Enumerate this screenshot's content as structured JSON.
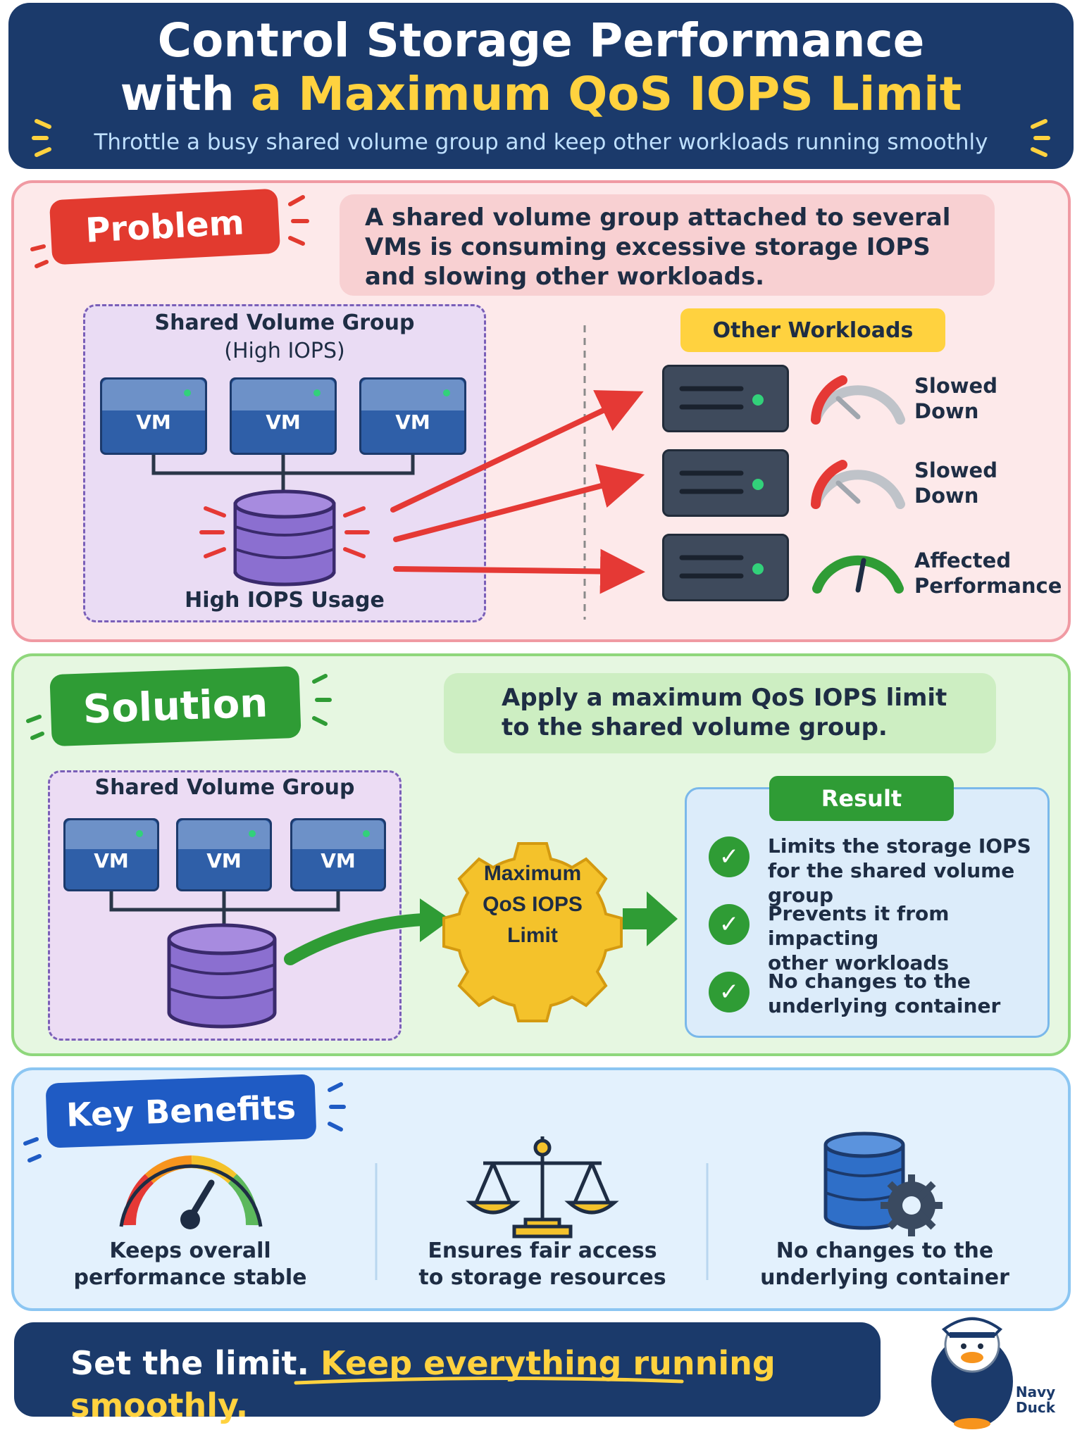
{
  "header": {
    "title_line1": "Control Storage Performance",
    "title_line2_prefix": "with ",
    "title_line2_highlight": "a Maximum QoS IOPS Limit",
    "subtitle": "Throttle a busy shared volume group and keep other workloads running smoothly"
  },
  "problem": {
    "label": "Problem",
    "description": "A shared volume group attached to several VMs is consuming excessive storage IOPS and slowing other workloads.",
    "group_title_line1": "Shared Volume Group",
    "group_title_line2": "(High IOPS)",
    "vm_labels": [
      "VM",
      "VM",
      "VM"
    ],
    "usage_label": "High IOPS Usage",
    "workloads_title": "Other Workloads",
    "workloads": [
      {
        "line1": "Slowed",
        "line2": "Down"
      },
      {
        "line1": "Slowed",
        "line2": "Down"
      },
      {
        "line1": "Affected",
        "line2": "Performance"
      }
    ]
  },
  "solution": {
    "label": "Solution",
    "description": "Apply a maximum QoS IOPS limit to the shared volume group.",
    "group_title": "Shared Volume Group",
    "vm_labels": [
      "VM",
      "VM",
      "VM"
    ],
    "gear_label_line1": "Maximum",
    "gear_label_line2": "QoS IOPS",
    "gear_label_line3": "Limit",
    "result_title": "Result",
    "results": [
      {
        "line1": "Limits the storage IOPS",
        "line2": "for the shared volume group"
      },
      {
        "line1": "Prevents it from impacting",
        "line2": "other workloads"
      },
      {
        "line1": "No changes to the",
        "line2": "underlying container"
      }
    ]
  },
  "benefits": {
    "label": "Key Benefits",
    "items": [
      {
        "line1": "Keeps overall",
        "line2": "performance stable",
        "icon": "gauge-icon"
      },
      {
        "line1": "Ensures fair access",
        "line2": "to storage resources",
        "icon": "scales-icon"
      },
      {
        "line1": "No changes to the",
        "line2": "underlying container",
        "icon": "database-gear-icon"
      }
    ]
  },
  "footer": {
    "text_plain": "Set the limit. ",
    "text_highlight": "Keep everything running smoothly.",
    "mascot_line1": "Navy",
    "mascot_line2": "Duck"
  },
  "colors": {
    "navy": "#1b3a6b",
    "yellow": "#ffd23f",
    "red": "#e23a2f",
    "green": "#2f9c35",
    "blue": "#1f5bc4",
    "purple": "#8b6fd0"
  }
}
